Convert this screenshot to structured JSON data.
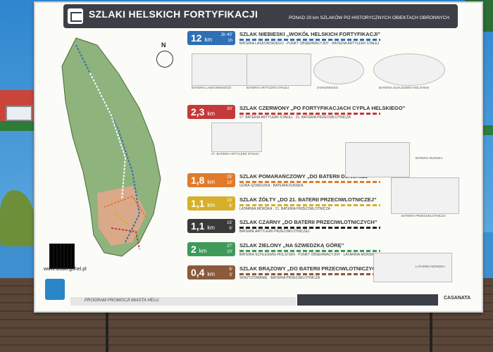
{
  "board": {
    "title": "SZLAKI HELSKICH FORTYFIKACJI",
    "subtitle": "PONAD 20 km SZLAKÓW PO HISTORYCZNYCH OBIEKTACH OBRONNYCH",
    "url": "www.szlaki.gohel.pl",
    "footer": "PROGRAM PROMOCJI MIASTA HELU",
    "brand": "CASANATA",
    "compass": "N"
  },
  "trails": [
    {
      "km": "12",
      "unit": "km",
      "time": "2h 40'\n1h",
      "title": "SZLAK NIEBIESKI „WOKÓŁ HELSKICH FORTYFIKACJI”",
      "color": "#2f6fb4",
      "line": "#2f6fb4",
      "stops": "BATERIA LASKOWSKIEGO · PUNKT OBSERWACYJNY · BATERIA ARTYLERII STAŁEJ"
    },
    {
      "km": "2,3",
      "unit": "km",
      "time": "30'",
      "title": "SZLAK CZERWONY „PO FORTYFIKACJACH CYPLA HELSKIEGO”",
      "color": "#c43a3a",
      "line": "#c43a3a",
      "stops": "27. BATERIA ARTYLERII STAŁEJ · 21. BATERIA PRZECIWLOTNICZA"
    },
    {
      "km": "1,8",
      "unit": "km",
      "time": "25'\n10'",
      "title": "SZLAK POMARAŃCZOWY „DO BATERII DUŃSKIEJ”",
      "color": "#e07b2c",
      "line": "#e07b2c",
      "stops": "GÓRA SZWEDZKA · BATERIA DUŃSKA"
    },
    {
      "km": "1,1",
      "unit": "km",
      "time": "15'\n6'",
      "title": "SZLAK ŻÓŁTY „DO 21. BATERII PRZECIWLOTNICZEJ”",
      "color": "#d6b02a",
      "line": "#d6b02a",
      "stops": "LATARNIA MORSKA · 21. BATERIA PRZECIWLOTNICZA"
    },
    {
      "km": "1,1",
      "unit": "km",
      "time": "15'\n6'",
      "title": "SZLAK CZARNY „DO BATERII PRZECIWLOTNICZYCH”",
      "color": "#3a3a3a",
      "line": "#222222",
      "stops": "BATERIE ARTYLERII PRZECIWLOTNICZEJ"
    },
    {
      "km": "2",
      "unit": "km",
      "time": "27'\n10'",
      "title": "SZLAK ZIELONY „NA SZWEDZKĄ GÓRĘ”",
      "color": "#3f9a5a",
      "line": "#3f9a5a",
      "stops": "BATERIA SCHLESWIG-HOLSTEIN · PUNKT OBSERWACYJNY · LATARNIA MORSKA"
    },
    {
      "km": "0,4",
      "unit": "km",
      "time": "6'\n3'",
      "title": "SZLAK BRĄZOWY „DO BATERII PRZECIWLOTNICZYCH”",
      "color": "#8a5a3a",
      "line": "#8a5a3a",
      "stops": "SKRZYŻOWANIE · BATERIA PRZECIWLOTNICZA"
    }
  ],
  "illustrations": [
    {
      "caption": "BATERIA LASKOWSKIEGO"
    },
    {
      "caption": "BATERIA ARTYLERII STAŁEJ"
    },
    {
      "caption": "STANOWISKO"
    },
    {
      "caption": "BATERIA SCHLESWIG-HOLSTEIN"
    },
    {
      "caption": "27. BATERIA ARTYLERII STAŁEJ"
    },
    {
      "caption": "BATERIA DUŃSKA"
    },
    {
      "caption": "BATERIA PRZECIWLOTNICZA"
    },
    {
      "caption": "LATARNIA MORSKA"
    }
  ]
}
